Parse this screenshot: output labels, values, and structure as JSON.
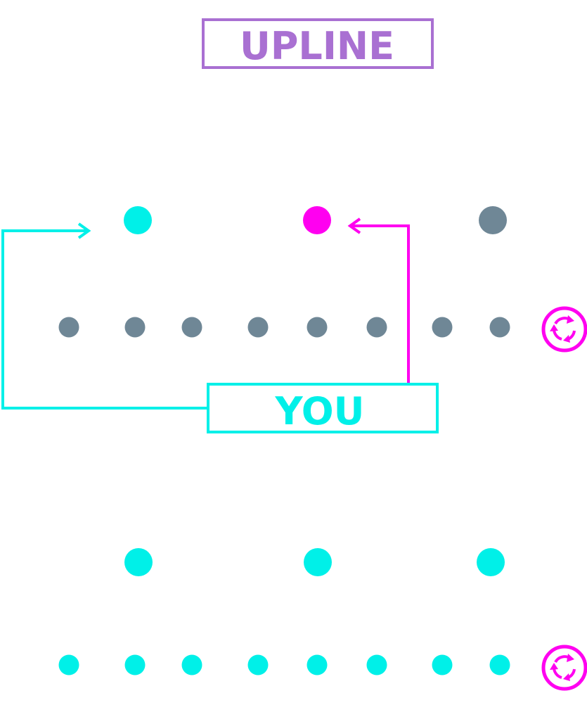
{
  "upline_box": {
    "label": "UPLINE",
    "color": "#A970D2"
  },
  "you_box": {
    "label": "YOU",
    "color": "#00F0E8"
  },
  "colors": {
    "cyan": "#00F0E8",
    "magenta": "#FF00F0",
    "gray": "#6F8796",
    "purple": "#A970D2"
  },
  "upline_level": {
    "nodes": [
      {
        "color": "cyan"
      },
      {
        "color": "magenta"
      },
      {
        "color": "gray"
      }
    ],
    "sub_nodes": [
      {
        "color": "gray"
      },
      {
        "color": "gray"
      },
      {
        "color": "gray"
      },
      {
        "color": "gray"
      },
      {
        "color": "gray"
      },
      {
        "color": "gray"
      },
      {
        "color": "gray"
      },
      {
        "color": "gray"
      }
    ],
    "recycle_icon": "recycle-icon"
  },
  "downline_level": {
    "nodes": [
      {
        "color": "cyan"
      },
      {
        "color": "cyan"
      },
      {
        "color": "cyan"
      }
    ],
    "sub_nodes": [
      {
        "color": "cyan"
      },
      {
        "color": "cyan"
      },
      {
        "color": "cyan"
      },
      {
        "color": "cyan"
      },
      {
        "color": "cyan"
      },
      {
        "color": "cyan"
      },
      {
        "color": "cyan"
      },
      {
        "color": "cyan"
      }
    ],
    "recycle_icon": "recycle-icon"
  },
  "arrows": [
    {
      "from": "you",
      "to": "upline-node-1",
      "color": "cyan"
    },
    {
      "from": "you",
      "to": "upline-node-2",
      "color": "magenta"
    }
  ]
}
